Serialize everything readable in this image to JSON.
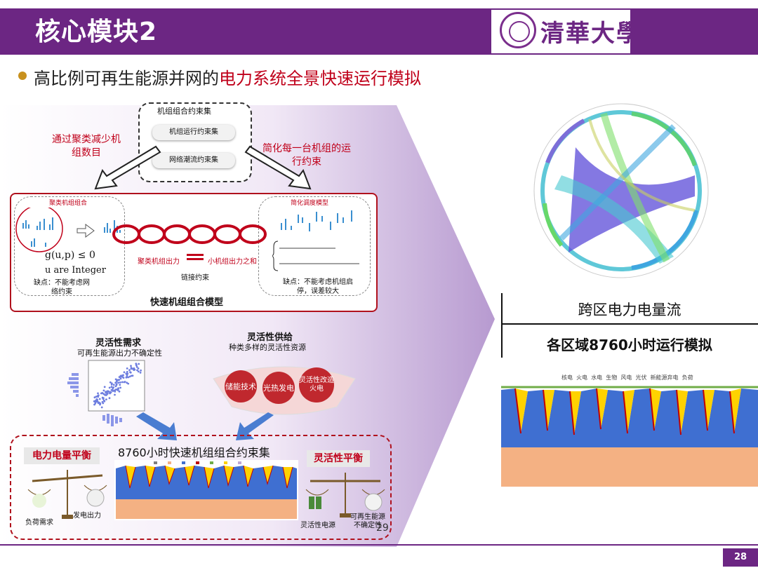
{
  "header": {
    "title": "核心模块2",
    "logo_text": "清華大學"
  },
  "subtitle": {
    "plain": "高比例可再生能源并网的",
    "highlight": "电力系统全景快速运行模拟"
  },
  "constraint_set": {
    "title": "机组组合约束集",
    "item1": "机组运行约束集",
    "item2": "网络潮流约束集"
  },
  "notes": {
    "left": "通过聚类减少机组数目",
    "right": "简化每一台机组的运行约束"
  },
  "model": {
    "left_title": "聚类机组组合",
    "left_formula1": "g(u,p) ≤ 0",
    "left_formula2": "u are Integer",
    "left_drawback": "缺点：不能考虑网络约束",
    "right_title": "简化调度模型",
    "right_drawback": "缺点：不能考虑机组启停，误差较大",
    "chain_left": "聚类机组出力",
    "chain_right": "小机组出力之和",
    "chain_caption": "链接约束",
    "caption": "快速机组组合模型"
  },
  "flex_demand": {
    "title": "灵活性需求",
    "subtitle": "可再生能源出力不确定性"
  },
  "flex_supply": {
    "title": "灵活性供给",
    "subtitle": "种类多样的灵活性资源",
    "r1": "储能技术",
    "r2": "光热发电",
    "r3": "灵活性改造火电"
  },
  "bottom": {
    "title": "8760小时快速机组组合约束集",
    "left_label": "电力电量平衡",
    "right_label": "灵活性平衡",
    "left_scale_a": "负荷需求",
    "left_scale_b": "发电出力",
    "right_scale_a": "灵活性电源",
    "right_scale_b": "可再生能源不确定性",
    "inner_page": "29"
  },
  "right_panel": {
    "line1": "跨区电力电量流",
    "line2": "各区域8760小时运行模拟"
  },
  "legend": [
    "核电",
    "火电",
    "水电",
    "生物",
    "风电",
    "光伏",
    "新能源弃电",
    "负荷"
  ],
  "colors": {
    "purple": "#6c2683",
    "red": "#c0001a",
    "blue": "#3f6fd1",
    "orange": "#f4b183",
    "yellow": "#ffd200",
    "green": "#70ad47"
  },
  "page_number": "28"
}
